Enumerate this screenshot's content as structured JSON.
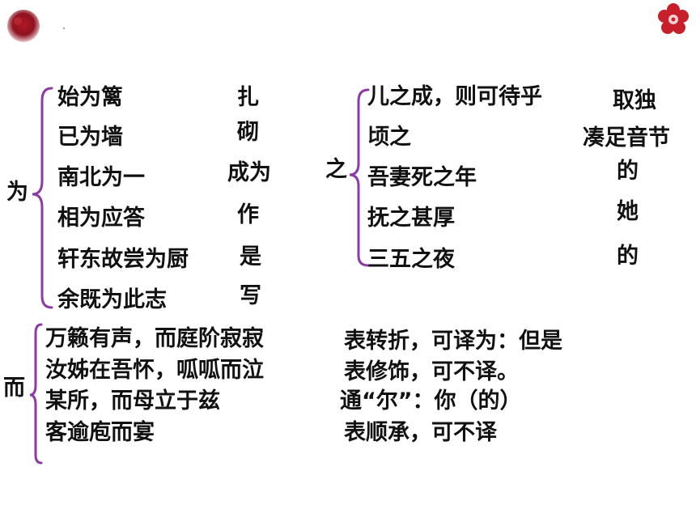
{
  "wei": {
    "char": "为",
    "items": [
      "始为篱",
      "已为墙",
      "南北为一",
      "相为应答",
      "轩东故尝为厨",
      "余既为此志"
    ],
    "meanings": [
      "扎",
      "砌",
      "成为",
      "作",
      "是",
      "写"
    ]
  },
  "zhi": {
    "char": "之",
    "items": [
      "儿之成，则可待乎",
      "顷之",
      "吾妻死之年",
      "抚之甚厚",
      "三五之夜"
    ],
    "meanings": [
      "取独",
      "凑足音节",
      "的",
      "她",
      "的"
    ]
  },
  "er": {
    "char": "而",
    "items": [
      "万籁有声，而庭阶寂寂",
      "汝姊在吾怀，呱呱而泣",
      "某所，而母立于兹",
      "客逾庖而宴"
    ],
    "meanings": [
      "表转折，可译为：但是",
      "表修饰，可不译。",
      "通“尔”：你（的）",
      "表顺承，可不译"
    ]
  },
  "colors": {
    "brace": "#8e3aa6",
    "text": "#111111",
    "flower": "#c8202a"
  },
  "icons": [
    "ink-blot-icon",
    "plum-blossom-icon"
  ]
}
